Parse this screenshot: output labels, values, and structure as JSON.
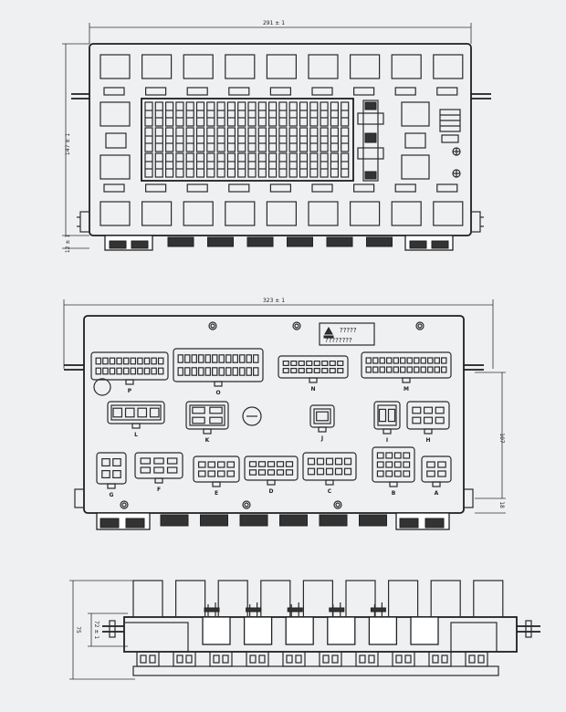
{
  "top_view": {
    "width_dim": "291 ± 1",
    "height_dim": "147 ± 1",
    "base_dim": "12 ± 1"
  },
  "middle_view": {
    "width_dim": "323 ± 1",
    "height_dim": "107",
    "small_dim": "18",
    "label_line1": "?????",
    "label_line2": "????????",
    "connectors": [
      "P",
      "O",
      "N",
      "M",
      "L",
      "K",
      "J",
      "I",
      "H",
      "G",
      "F",
      "E",
      "D",
      "C",
      "B",
      "A"
    ]
  },
  "bottom_view": {
    "height_dim": "72 ± 1",
    "total_dim": "75"
  }
}
